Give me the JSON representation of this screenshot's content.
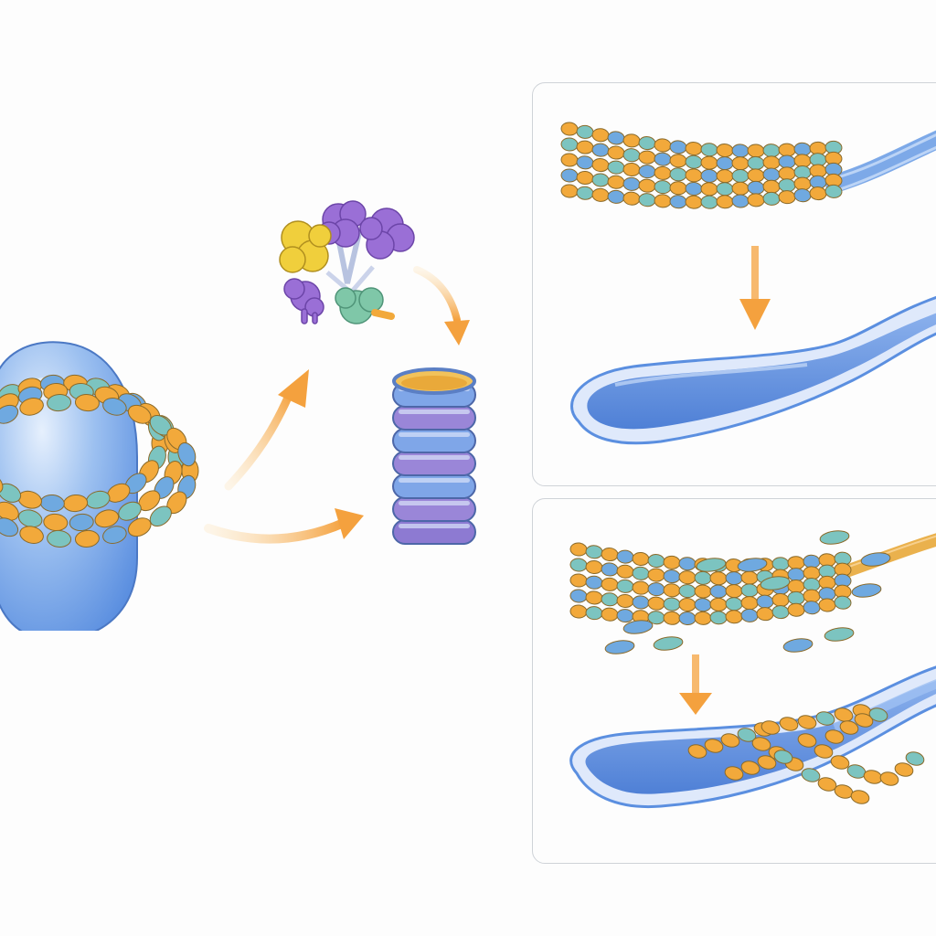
{
  "colors": {
    "background": "#fdfdfd",
    "membrane_blue": "#5b8fe0",
    "membrane_light": "#a9c8f2",
    "bead_orange": "#f2a93b",
    "bead_teal": "#7cc4c0",
    "bead_blue": "#6fa9e0",
    "complex_purple": "#9a6fd6",
    "complex_yellow": "#f0cf3c",
    "complex_green": "#7fc7a8",
    "arrow_orange": "#f4a13e",
    "panel_border": "#cfd3d8"
  },
  "elements": [
    {
      "id": "vesicle-with-ring-filaments",
      "shape": "blue sphere wrapped by bead-chain rings"
    },
    {
      "id": "protein-complex",
      "shape": "purple, yellow and green lobes"
    },
    {
      "id": "ring-stack",
      "shape": "stacked blue and purple rings"
    },
    {
      "id": "bundled-filament",
      "shape": "bead chains converging into blue tubules"
    },
    {
      "id": "tubulated-membrane",
      "shape": "elongated blue membrane"
    },
    {
      "id": "fragmenting-filament",
      "shape": "bead chains shedding fragments"
    },
    {
      "id": "membrane-with-chains",
      "shape": "blue membrane with orange bead chains"
    }
  ]
}
